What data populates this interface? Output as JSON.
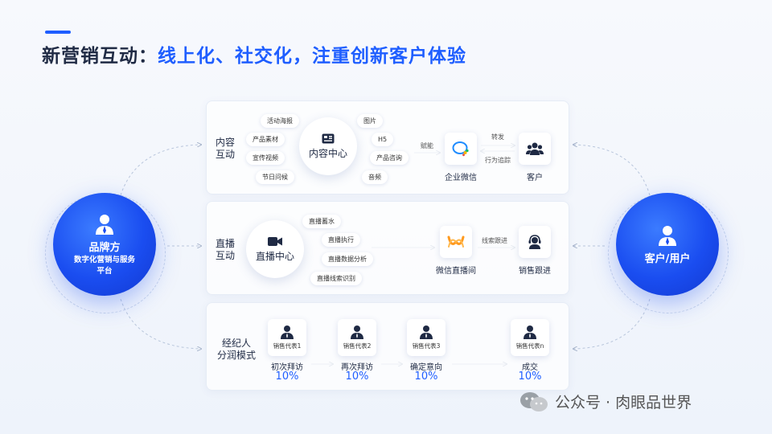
{
  "title": {
    "main": "新营销互动：",
    "highlight": "线上化、社交化，注重创新客户体验"
  },
  "left_circle": {
    "title": "品牌方",
    "subtitle_line1": "数字化营销与服务",
    "subtitle_line2": "平台"
  },
  "right_circle": {
    "title": "客户/用户"
  },
  "content_row": {
    "label_line1": "内容",
    "label_line2": "互动",
    "hub": "内容中心",
    "left_pills": [
      "活动海报",
      "产品素材",
      "宣传视频",
      "节日问候"
    ],
    "right_pills": [
      "图片",
      "H5",
      "产品咨询",
      "音频"
    ],
    "empower": "赋能",
    "wecom": "企业微信",
    "forward": "转发",
    "track": "行为追踪",
    "customer": "客户"
  },
  "live_row": {
    "label_line1": "直播",
    "label_line2": "互动",
    "hub": "直播中心",
    "pills": [
      "直播蓄水",
      "直播执行",
      "直播数据分析",
      "直播线索识别"
    ],
    "wechat_live": "微信直播间",
    "lead_follow": "线索跟进",
    "sales_follow": "销售跟进"
  },
  "broker_row": {
    "label_line1": "经纪人",
    "label_line2": "分润模式",
    "reps": [
      {
        "name": "销售代表1",
        "stage": "初次拜访",
        "pct": "10%"
      },
      {
        "name": "销售代表2",
        "stage": "再次拜访",
        "pct": "10%"
      },
      {
        "name": "销售代表3",
        "stage": "确定意向",
        "pct": "10%"
      },
      {
        "name": "销售代表n",
        "stage": "成交",
        "pct": "10%"
      }
    ]
  },
  "watermark": "公众号 · 肉眼品世界",
  "colors": {
    "accent": "#1f5eff",
    "circle": "#1a4df0"
  }
}
